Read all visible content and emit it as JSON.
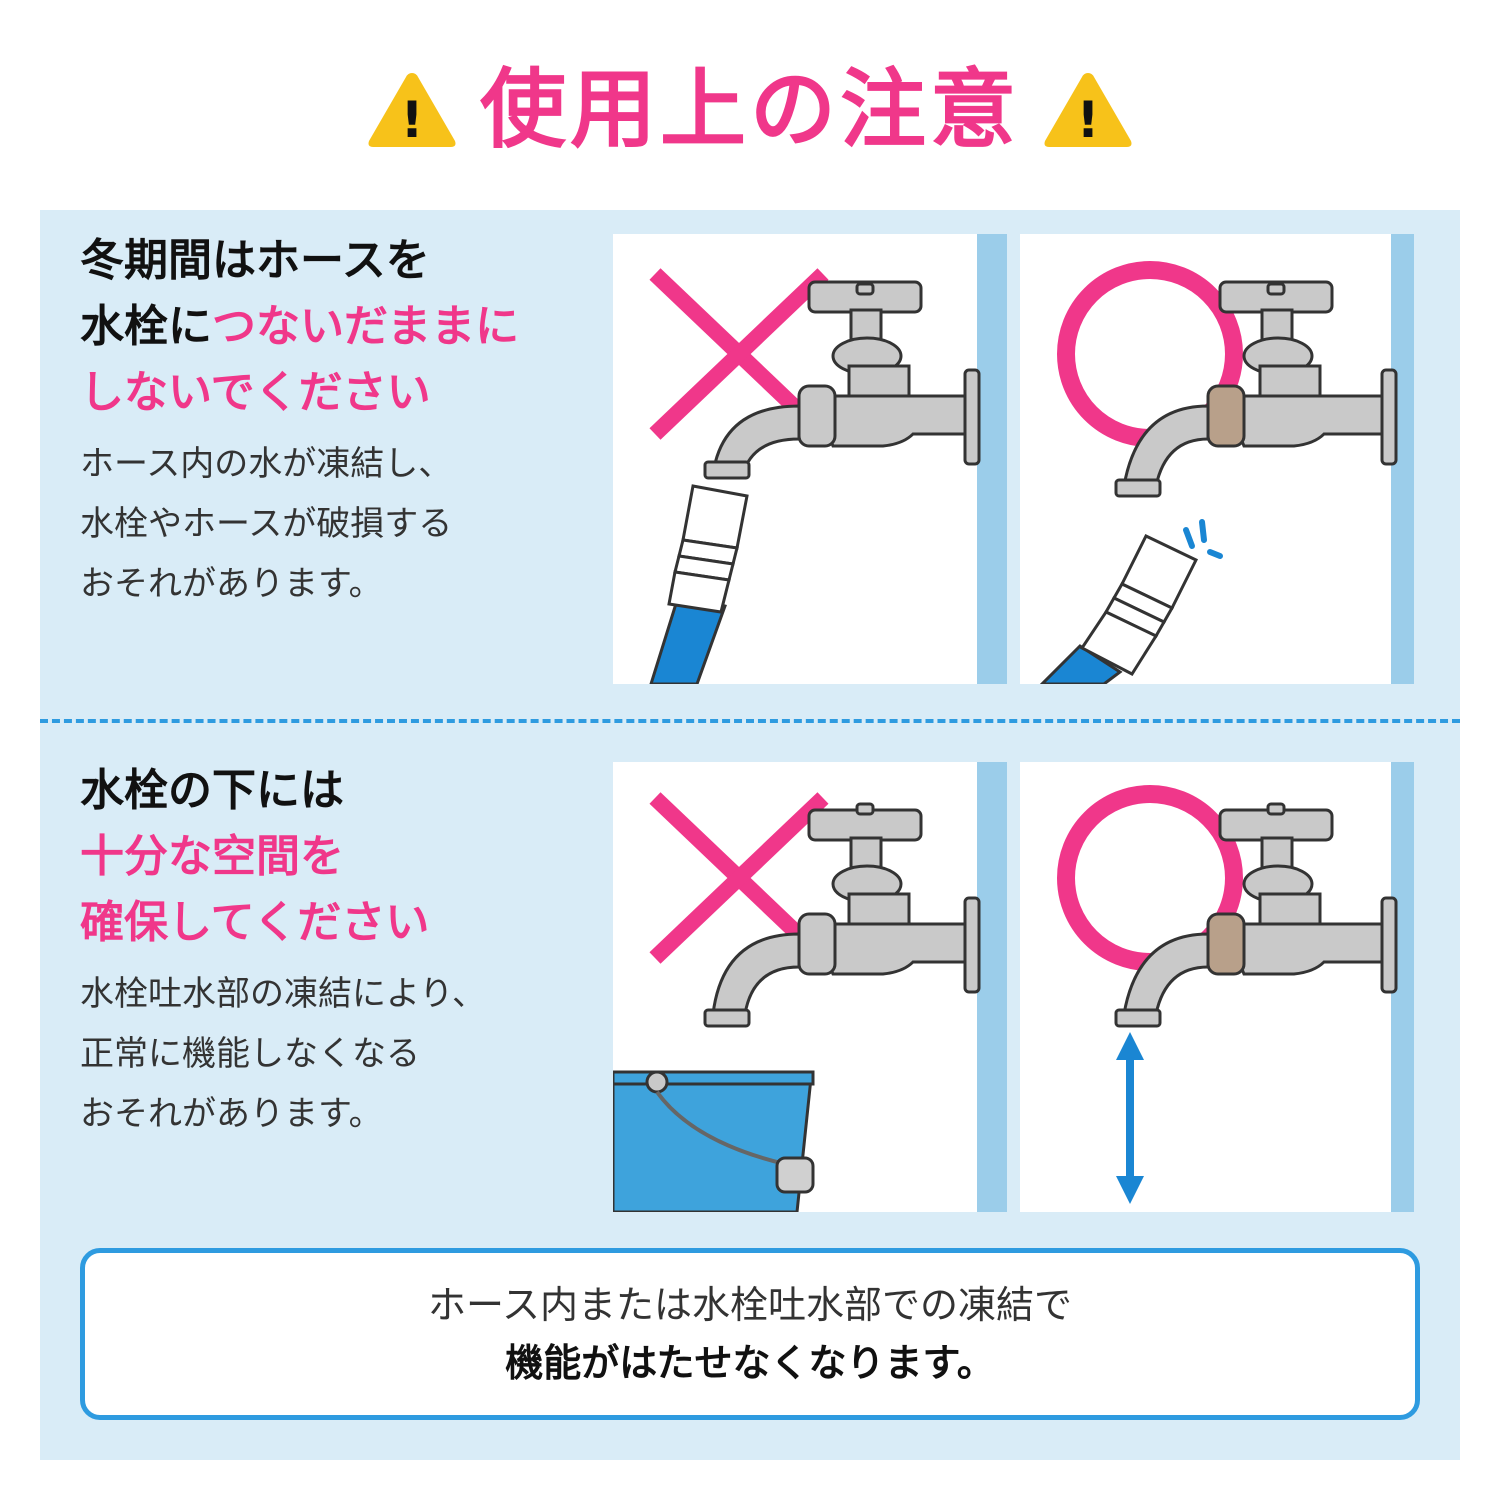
{
  "header": {
    "title": "使用上の注意",
    "warning_mark": "!",
    "icon_left": "warning-triangle-icon",
    "icon_right": "warning-triangle-icon"
  },
  "colors": {
    "accent_pink": "#f0378a",
    "panel_bg": "#d9ecf7",
    "hose_blue": "#1a86d3",
    "border_blue": "#2e9be0",
    "warning_yellow": "#f7c21a"
  },
  "section1": {
    "headline_line1": "冬期間はホースを",
    "headline_line2_black": "水栓に",
    "headline_line2_pink": "つないだままに",
    "headline_line3_pink": "しないでください",
    "body": [
      "ホース内の水が凍結し、",
      "水栓やホースが破損する",
      "おそれがあります。"
    ],
    "bad_example_icon": "cross-mark-icon",
    "good_example_icon": "circle-mark-icon"
  },
  "section2": {
    "headline_line1": "水栓の下には",
    "headline_line2_pink": "十分な空間を",
    "headline_line3_pink": "確保してください",
    "body": [
      "水栓吐水部の凍結により、",
      "正常に機能しなくなる",
      "おそれがあります。"
    ],
    "bad_example_icon": "cross-mark-icon",
    "good_example_icon": "circle-mark-icon"
  },
  "note": {
    "line1": "ホース内または水栓吐水部での凍結で",
    "line2": "機能がはたせなくなります。"
  }
}
